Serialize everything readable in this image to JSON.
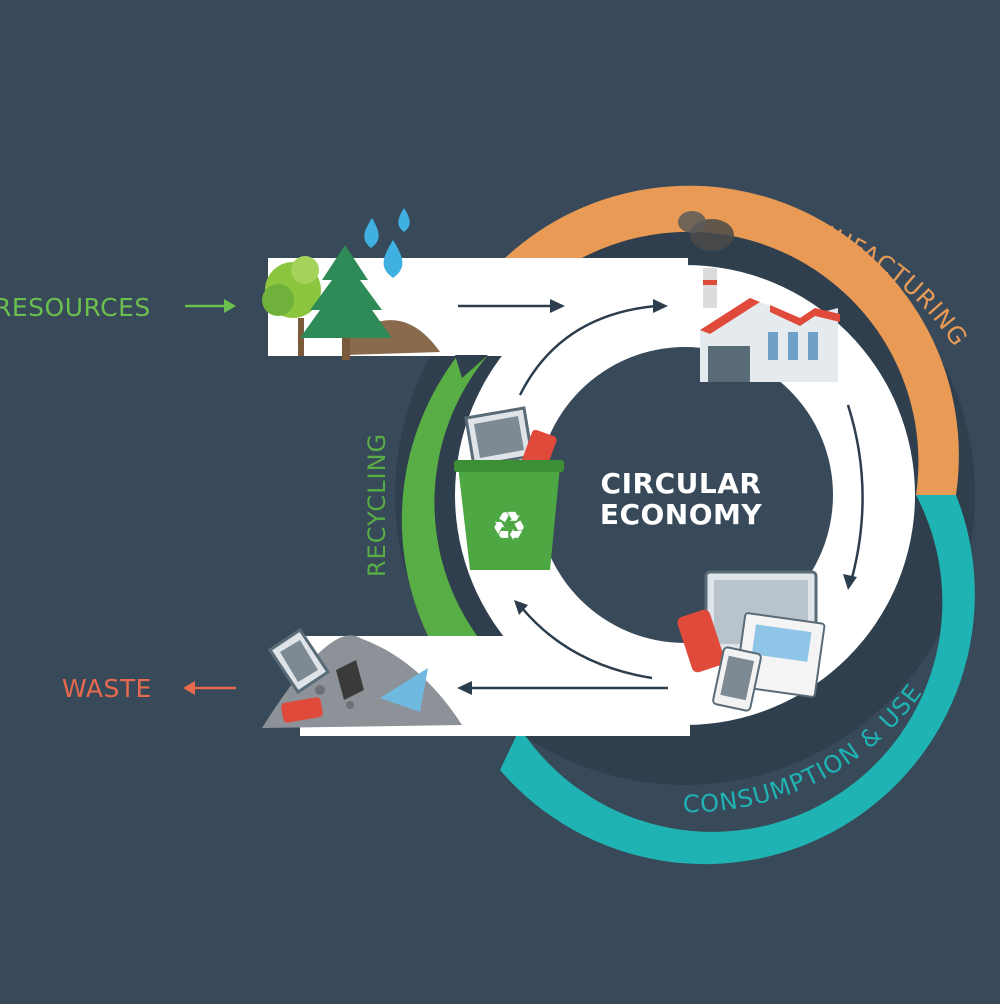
{
  "diagram": {
    "center_title_line1": "CIRCULAR",
    "center_title_line2": "ECONOMY",
    "stages": {
      "manufacturing": "MANUFACTURING",
      "consumption": "CONSUMPTION & USE",
      "recycling": "RECYCLING"
    },
    "inputs": {
      "resources": "RESOURCES"
    },
    "outputs": {
      "waste": "WASTE"
    },
    "icons": {
      "resources": "tree-icon",
      "water": "water-drop-icon",
      "factory": "factory-icon",
      "devices": "devices-icon",
      "recycle_bin": "recycle-bin-icon",
      "waste_pile": "waste-pile-icon"
    }
  },
  "colors": {
    "background": "#384a5a",
    "manufacturing": "#e99a55",
    "consumption": "#1fb3b3",
    "recycling": "#58ad45",
    "resources": "#6bbf4e",
    "waste": "#e86a4e",
    "arrows": "#2c3e4d",
    "band": "#ffffff"
  }
}
